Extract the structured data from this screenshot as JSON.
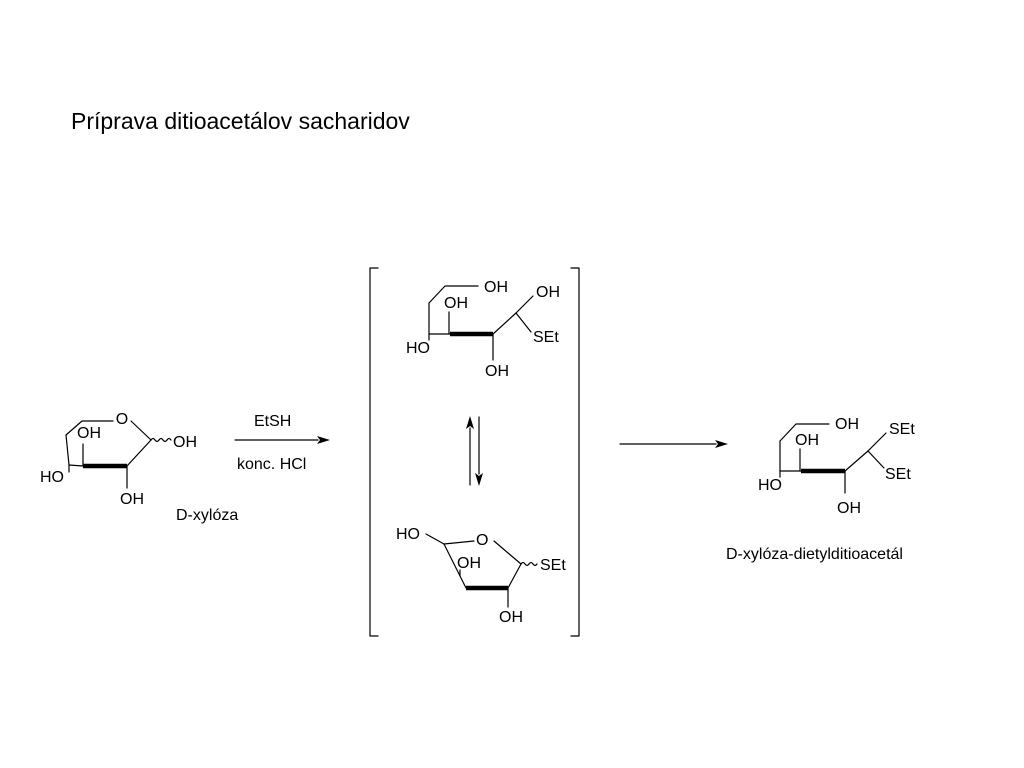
{
  "title": "Príprava ditioacetálov sacharidov",
  "reagents": {
    "above_arrow": "EtSH",
    "below_arrow": "konc. HCl"
  },
  "compounds": {
    "xylose": {
      "name": "D-xylóza",
      "labels": {
        "ring_o": "O",
        "oh_anomeric": "OH",
        "oh_axial": "OH",
        "ho_left": "HO",
        "oh_bottom": "OH"
      }
    },
    "hemithioacetal": {
      "labels": {
        "oh_top": "OH",
        "oh_c1": "OH",
        "oh_mid": "OH",
        "set": "SEt",
        "ho_left": "HO",
        "oh_bottom": "OH"
      }
    },
    "thiofuranoside": {
      "labels": {
        "ho_ch2": "HO",
        "ring_o": "O",
        "oh_ring": "OH",
        "set": "SEt",
        "oh_bottom": "OH"
      }
    },
    "product": {
      "name": "D-xylóza-dietylditioacetál",
      "labels": {
        "oh_top": "OH",
        "set_top": "SEt",
        "oh_mid": "OH",
        "set_bottom": "SEt",
        "ho_left": "HO",
        "oh_bottom": "OH"
      }
    }
  }
}
